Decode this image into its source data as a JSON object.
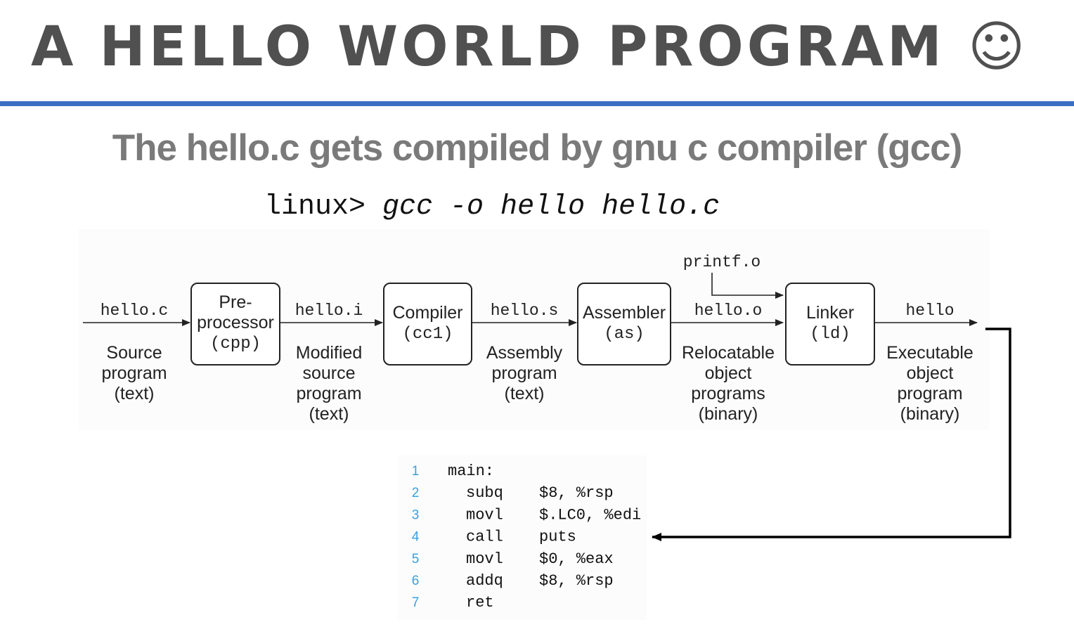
{
  "slide": {
    "title": "A HELLO WORLD PROGRAM ☺",
    "subtitle": "The hello.c gets compiled by gnu c compiler (gcc)",
    "accent_color": "#3b6fc4"
  },
  "command": {
    "prompt": "linux> ",
    "args": "gcc -o hello hello.c"
  },
  "pipeline": {
    "stages": [
      {
        "name_lines": [
          "Pre-",
          "processor"
        ],
        "tool": "(cpp)"
      },
      {
        "name_lines": [
          "Compiler"
        ],
        "tool": "(cc1)"
      },
      {
        "name_lines": [
          "Assembler"
        ],
        "tool": "(as)"
      },
      {
        "name_lines": [
          "Linker"
        ],
        "tool": "(ld)"
      }
    ],
    "files": [
      {
        "file": "hello.c",
        "desc_lines": [
          "Source",
          "program",
          "(text)"
        ]
      },
      {
        "file": "hello.i",
        "desc_lines": [
          "Modified",
          "source",
          "program",
          "(text)"
        ]
      },
      {
        "file": "hello.s",
        "desc_lines": [
          "Assembly",
          "program",
          "(text)"
        ]
      },
      {
        "file": "hello.o",
        "desc_lines": [
          "Relocatable",
          "object",
          "programs",
          "(binary)"
        ]
      },
      {
        "file": "hello",
        "desc_lines": [
          "Executable",
          "object",
          "program",
          "(binary)"
        ]
      }
    ],
    "extra_input": "printf.o"
  },
  "assembly": {
    "lines": [
      {
        "num": "1",
        "label": "main:",
        "op": "",
        "args": ""
      },
      {
        "num": "2",
        "label": "",
        "op": "subq",
        "args": "$8, %rsp"
      },
      {
        "num": "3",
        "label": "",
        "op": "movl",
        "args": "$.LC0, %edi"
      },
      {
        "num": "4",
        "label": "",
        "op": "call",
        "args": "puts"
      },
      {
        "num": "5",
        "label": "",
        "op": "movl",
        "args": "$0, %eax"
      },
      {
        "num": "6",
        "label": "",
        "op": "addq",
        "args": "$8, %rsp"
      },
      {
        "num": "7",
        "label": "",
        "op": "ret",
        "args": ""
      }
    ],
    "line_number_color": "#3aa0e0"
  }
}
